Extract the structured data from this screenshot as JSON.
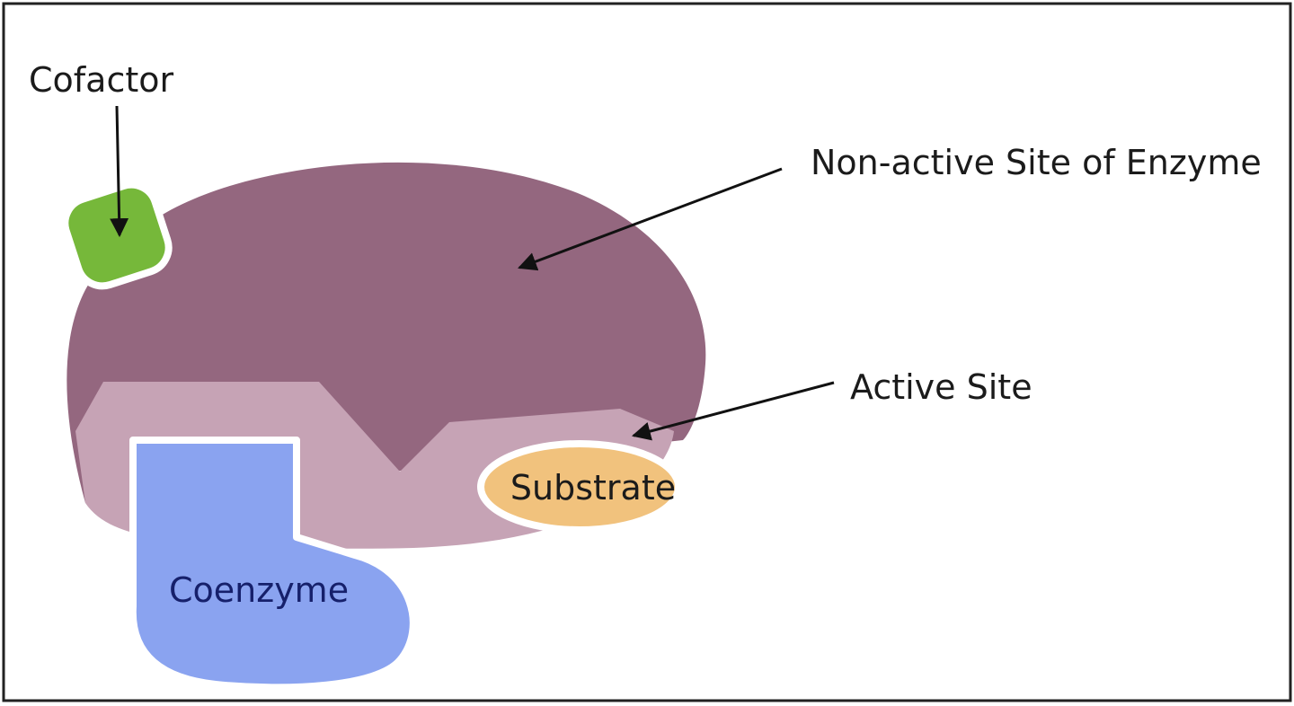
{
  "labels": {
    "cofactor": "Cofactor",
    "non_active_site": "Non-active Site of Enzyme",
    "active_site": "Active Site",
    "substrate": "Substrate",
    "coenzyme": "Coenzyme"
  },
  "colors": {
    "frame": "#222222",
    "background": "#ffffff",
    "enzyme_body": "#94677f",
    "active_site_region": "#c6a3b5",
    "cofactor": "#76b83a",
    "substrate": "#f1c27d",
    "coenzyme": "#8aa3f0",
    "label_text": "#1b1b1b",
    "coenzyme_text": "#16206b",
    "arrow": "#111111"
  }
}
